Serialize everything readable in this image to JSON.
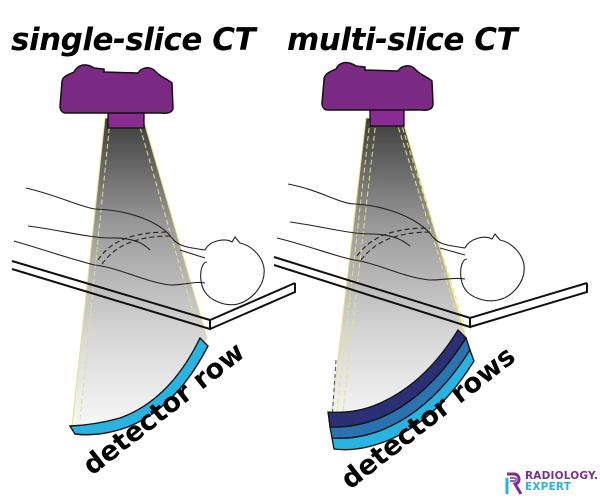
{
  "titles": {
    "left": "single-slice CT",
    "right": "multi-slice CT"
  },
  "labels": {
    "left_detector": "detector row",
    "right_detector": "detector rows"
  },
  "logo": {
    "line1": "RADIOLOGY.",
    "line2": "EXPERT"
  },
  "colors": {
    "tube": "#7b2a83",
    "beam_dark": "#4a4a4a",
    "beam_light": "#f4f4f4",
    "beam_edge": "#e8e27a",
    "detector_single": "#2ab3e0",
    "detector_row1": "#2b2f73",
    "detector_row2": "#2a72b0",
    "detector_row3": "#2ab3e0",
    "logo_purple": "#7a2f8f",
    "logo_cyan": "#2ab3d6"
  }
}
